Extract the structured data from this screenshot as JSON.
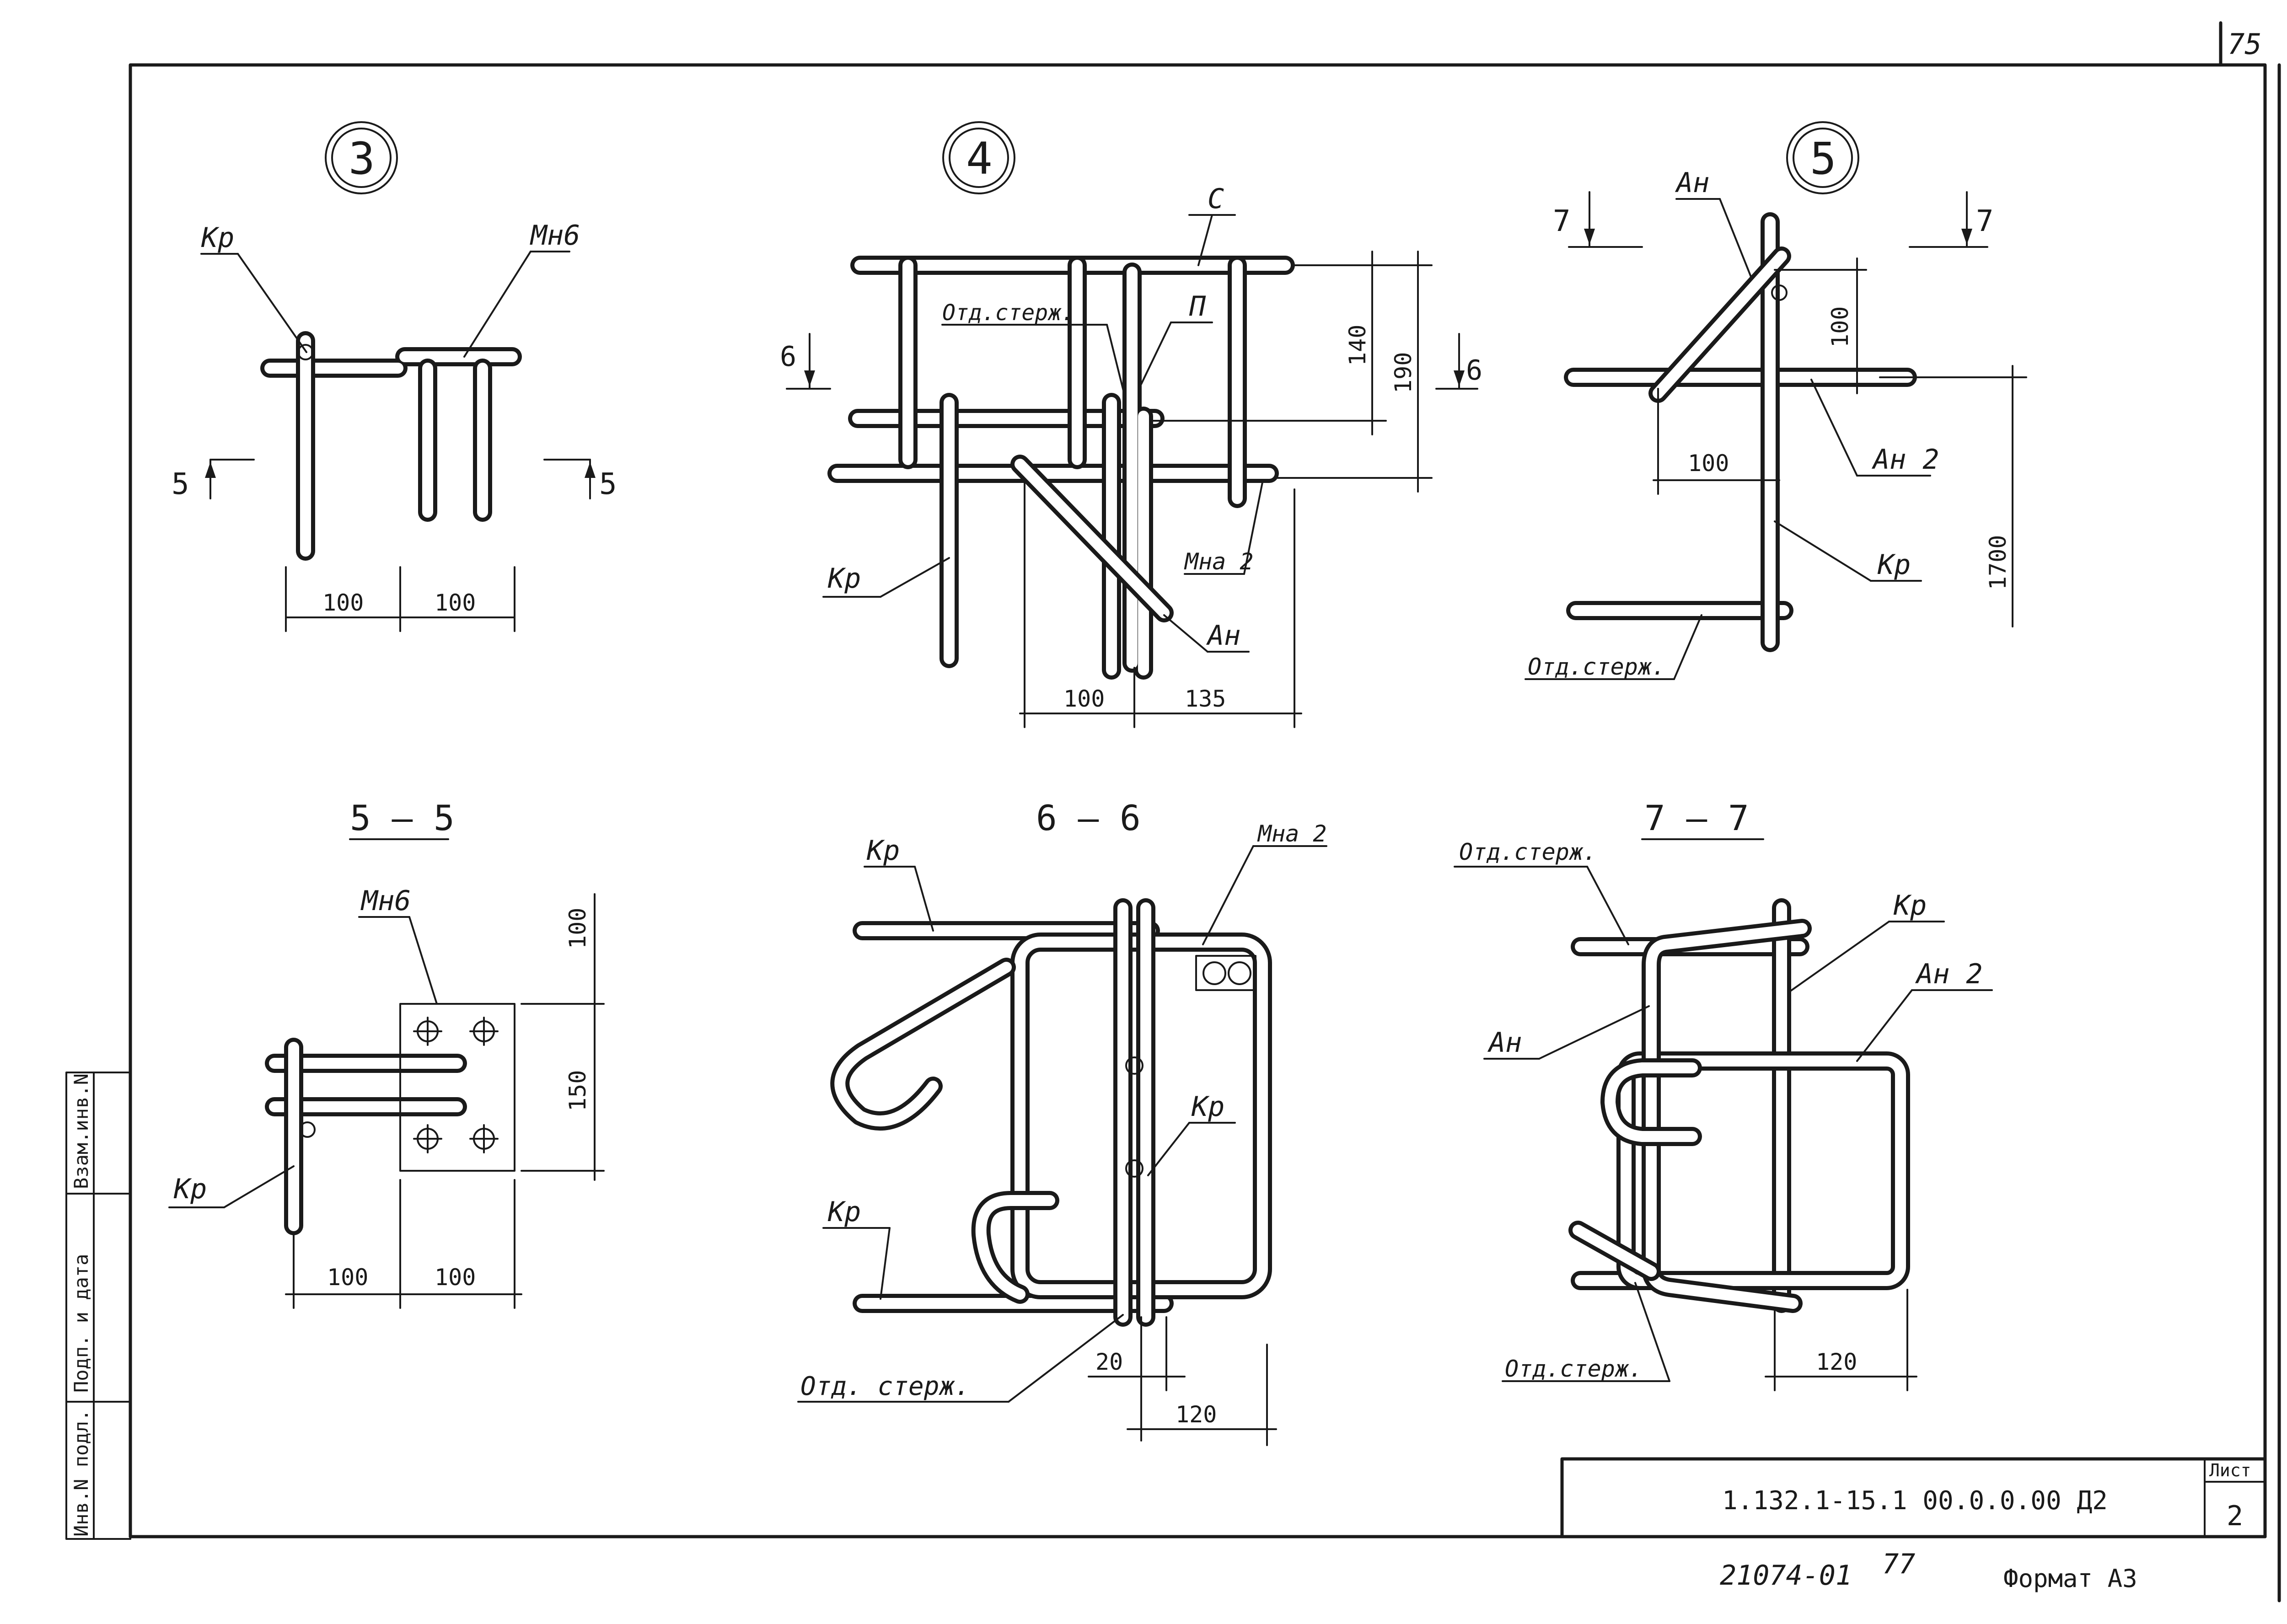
{
  "page_number": "75",
  "views": {
    "v3": {
      "marker": "3",
      "label_kr": "Кр",
      "label_mnb": "Мн6",
      "section_marker": "5",
      "dims": [
        "100",
        "100"
      ]
    },
    "v4": {
      "marker": "4",
      "label_c": "С",
      "label_otd": "Отд.стерж.",
      "label_p": "П",
      "label_kr": "Кр",
      "label_mna": "Мна 2",
      "label_an": "Ан",
      "section_marker": "6",
      "dims_h": [
        "100",
        "135"
      ],
      "dims_v": [
        "140",
        "190"
      ]
    },
    "v5": {
      "marker": "5",
      "label_an": "Ан",
      "label_an2": "Ан 2",
      "label_kr": "Кр",
      "label_otd": "Отд.стерж.",
      "section_marker": "7",
      "dims_h": [
        "100"
      ],
      "dims_v": [
        "100",
        "1700"
      ]
    },
    "s55": {
      "title": "5 — 5",
      "label_mnb": "Мн6",
      "label_kr": "Кр",
      "dims_h": [
        "100",
        "100"
      ],
      "dims_v": [
        "100",
        "150"
      ]
    },
    "s66": {
      "title": "6 — 6",
      "label_kr": "Кр",
      "label_mna": "Мна 2",
      "label_kr2": "Кр",
      "label_kr3": "Кр",
      "label_otd": "Отд. стерж.",
      "dims": [
        "20",
        "120"
      ]
    },
    "s77": {
      "title": "7 — 7",
      "label_otd": "Отд.стерж.",
      "label_kr": "Кр",
      "label_an": "Ан",
      "label_an2": "Ан 2",
      "label_otd2": "Отд.стерж.",
      "dims": [
        "120"
      ]
    }
  },
  "side_stamp": [
    "Инв.N подл.",
    "Подп. и дата",
    "Взам.инв.N"
  ],
  "title_block": {
    "designation": "1.132.1-15.1 00.0.0.00 Д2",
    "sheet_label": "Лист",
    "sheet_number": "2"
  },
  "footer": {
    "archive_number": "21074-01",
    "copy_number": "77",
    "format": "Формат А3"
  }
}
